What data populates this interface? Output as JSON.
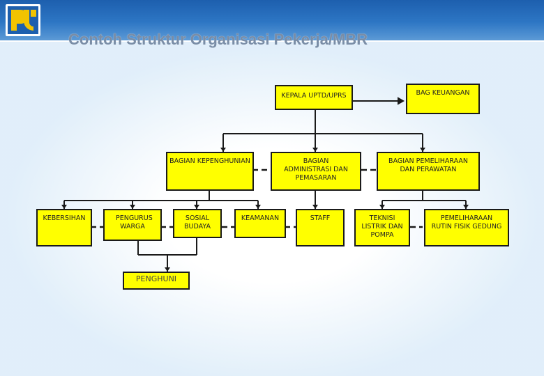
{
  "header": {
    "title": "Contoh Struktur Organisasi Pekerja/MBR",
    "logo": "pu-logo-icon",
    "colors": {
      "bar": "#1d5fae",
      "logo_accent": "#f2c300"
    }
  },
  "diagram": {
    "box_color": "#ffff00",
    "nodes": {
      "kepala": "KEPALA UPTD/UPRS",
      "bag_keuangan": "BAG KEUANGAN",
      "bagian_kepenghunian": "BAGIAN KEPENGHUNIAN",
      "bagian_administrasi": "BAGIAN ADMINISTRASI DAN PEMASARAN",
      "bagian_pemeliharaan": "BAGIAN PEMELIHARAAN DAN PERAWATAN",
      "kebersihan": "KEBERSIHAN",
      "pengurus_warga": "PENGURUS WARGA",
      "sosial_budaya": "SOSIAL BUDAYA",
      "keamanan": "KEAMANAN",
      "staff": "STAFF",
      "teknisi": "TEKNISI LISTRIK DAN POMPA",
      "pemeliharaan_rutin": "PEMELIHARAAN RUTIN FISIK GEDUNG",
      "penghuni": "PENGHUNI"
    }
  }
}
